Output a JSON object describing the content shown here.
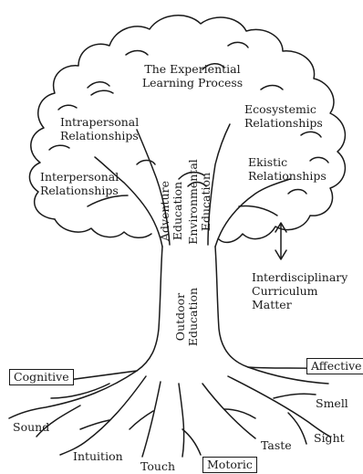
{
  "diagram": {
    "canopy": {
      "title_line1": "The Experiential",
      "title_line2": "Learning Process"
    },
    "relationships": {
      "intrapersonal_line1": "Intrapersonal",
      "intrapersonal_line2": "Relationships",
      "interpersonal_line1": "Interpersonal",
      "interpersonal_line2": "Relationships",
      "ecosystemic_line1": "Ecosystemic",
      "ecosystemic_line2": "Relationships",
      "ekistic_line1": "Ekistic",
      "ekistic_line2": "Relationships"
    },
    "branches": {
      "adventure_line1": "Adventure",
      "adventure_line2": "Education",
      "environmental_line1": "Environmental",
      "environmental_line2": "Education"
    },
    "trunk": {
      "outdoor_line1": "Outdoor",
      "outdoor_line2": "Education"
    },
    "curriculum": {
      "line1": "Interdisciplinary",
      "line2": "Curriculum",
      "line3": "Matter"
    },
    "domains": {
      "cognitive": "Cognitive",
      "affective": "Affective",
      "motoric": "Motoric"
    },
    "senses": {
      "sound": "Sound",
      "intuition": "Intuition",
      "touch": "Touch",
      "taste": "Taste",
      "smell": "Smell",
      "sight": "Sight"
    }
  }
}
